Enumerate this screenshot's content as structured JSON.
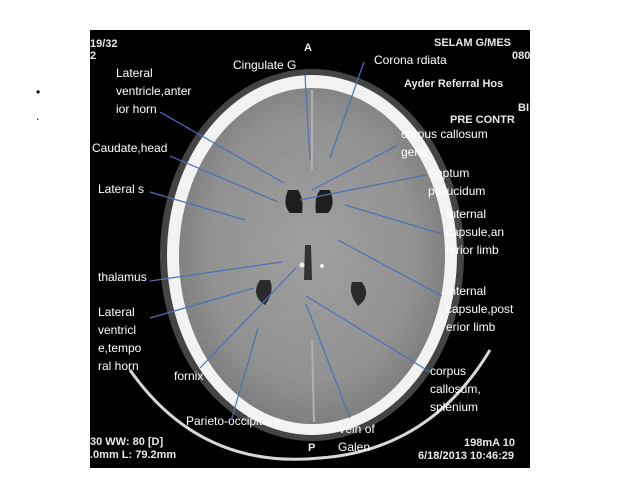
{
  "slide_bullets": [
    "•",
    "."
  ],
  "scan_info": {
    "top_left_1": "19/32",
    "top_left_2": "2",
    "top_center": "A",
    "top_right_1": "SELAM  G/MES",
    "top_right_2": "080",
    "top_right_3": "Ayder Referral Hos",
    "top_right_4": "BI",
    "top_right_5": "PRE CONTR",
    "bottom_left_1": "30 WW: 80 [D]",
    "bottom_left_2": ".0mm L: 79.2mm",
    "bottom_center": "P",
    "bottom_right_1": "198mA 10",
    "bottom_right_2": "6/18/2013 10:46:29"
  },
  "labels": {
    "lateral_ventricle_anterior_horn": "Lateral\nventricle,anter\nior horn",
    "cingulate_gyrus": "Cingulate G",
    "corona_radiata": "Corona rdiata",
    "caudate_head": "Caudate,head",
    "corpus_callosum_genu": "corpus callosum\ngenu",
    "septum_pellucidum": "Septum\npellucidum",
    "lateral_sulcus": "Lateral s",
    "internal_capsule_anterior_limb": "Internal\ncapsule,an\nterior limb",
    "thalamus": "thalamus",
    "internal_capsule_posterior_limb": "Internal\ncapsule,post\nerior limb",
    "lateral_ventricle_temporal_horn": "Lateral\nventricl\ne,tempo\nral horn",
    "fornix": "fornix",
    "corpus_callosum_splenium": "corpus\ncallosum,\nsplenium",
    "parieto_occipital_sulcus": "Parieto-occipital s.",
    "vein_of_galen": "Vein of\nGalen"
  },
  "colors": {
    "pointer_line": "#4a72b8",
    "label_text": "#ffffff",
    "scan_background": "#000000"
  }
}
